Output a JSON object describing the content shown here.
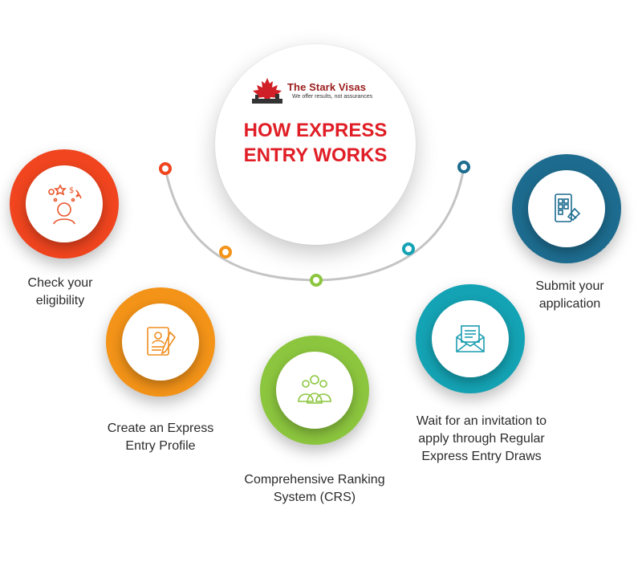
{
  "brand": {
    "name": "The Stark Visas",
    "tagline": "We offer results, not assurances"
  },
  "headline": "HOW EXPRESS ENTRY WORKS",
  "colors": {
    "red": "#e01e26",
    "orange_red": "#f0451f",
    "orange": "#f39318",
    "green": "#8cc63e",
    "teal": "#14a3b4",
    "blue": "#1d6c8f",
    "arc": "#c4c4c4"
  },
  "steps": [
    {
      "label": "Check your\neligibility",
      "icon": "thinking-person-icon",
      "color": "#f0451f"
    },
    {
      "label": "Create an Express\nEntry Profile",
      "icon": "profile-form-icon",
      "color": "#f39318"
    },
    {
      "label": "Comprehensive Ranking\nSystem (CRS)",
      "icon": "group-icon",
      "color": "#8cc63e"
    },
    {
      "label": "Wait for an invitation to\napply through Regular\nExpress Entry Draws",
      "icon": "envelope-letter-icon",
      "color": "#14a3b4"
    },
    {
      "label": "Submit your\napplication",
      "icon": "phone-submit-icon",
      "color": "#1d6c8f"
    }
  ]
}
